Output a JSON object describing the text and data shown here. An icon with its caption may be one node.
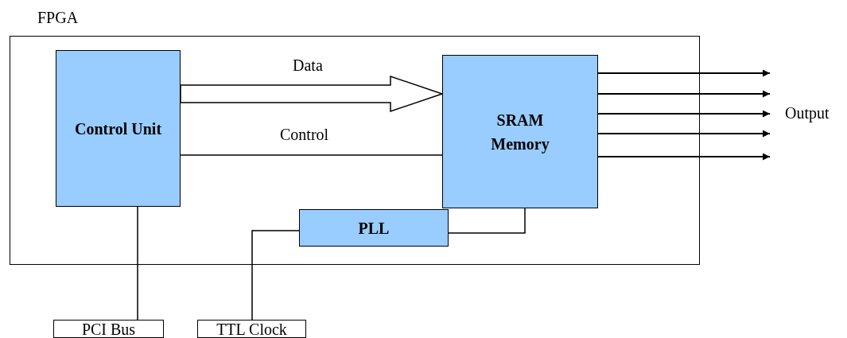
{
  "diagram": {
    "nodes": [
      {
        "text": [
          "FPGA"
        ]
      },
      {
        "text": [
          "Control Unit"
        ],
        "in": 0
      },
      {
        "text": [
          "SRAM Memory"
        ],
        "in": 0
      },
      {
        "text": [
          "PLL"
        ],
        "in": 0
      },
      {
        "text": [
          "PCI Bus"
        ]
      },
      {
        "text": [
          "TTL Clock"
        ]
      }
    ],
    "edges": [
      {
        "from": 1,
        "to": 2,
        "arrow": "to",
        "label": "Data",
        "style": "thick"
      },
      {
        "from": 1,
        "to": 2,
        "arrow": "none",
        "label": "Control"
      },
      {
        "from": 1,
        "to": 4,
        "arrow": "none"
      },
      {
        "from": 5,
        "to": 3,
        "arrow": "none"
      },
      {
        "from": 3,
        "to": 2,
        "arrow": "none"
      },
      {
        "from": 2,
        "to": null,
        "arrow": "to"
      },
      {
        "from": 2,
        "to": null,
        "arrow": "to"
      },
      {
        "from": 2,
        "to": null,
        "arrow": "to"
      },
      {
        "from": 2,
        "to": null,
        "arrow": "to"
      },
      {
        "from": 2,
        "to": null,
        "arrow": "to"
      }
    ],
    "labels": [
      "Output"
    ]
  }
}
